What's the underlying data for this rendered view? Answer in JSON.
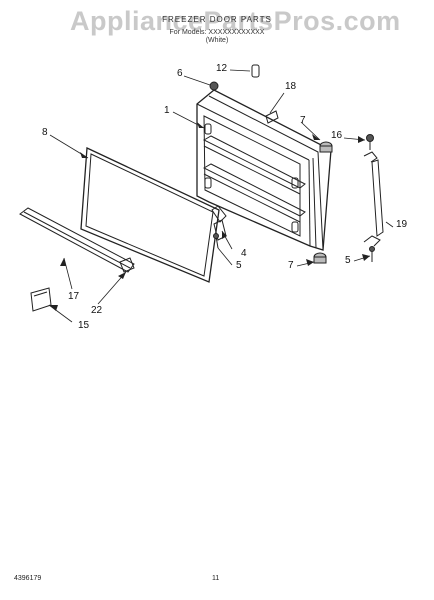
{
  "watermark": "AppliancePartsPros.com",
  "header": {
    "title": "FREEZER DOOR PARTS",
    "model_line": "For Models: XXXXXXXXXXXX",
    "variant": "(White)"
  },
  "callouts": {
    "c1": "1",
    "c4": "4",
    "c5a": "5",
    "c5b": "5",
    "c6": "6",
    "c7a": "7",
    "c7b": "7",
    "c8": "8",
    "c12": "12",
    "c15": "15",
    "c16": "16",
    "c17": "17",
    "c18": "18",
    "c19": "19",
    "c22": "22"
  },
  "footer": {
    "doc_number": "4396179",
    "page_number": "11"
  }
}
